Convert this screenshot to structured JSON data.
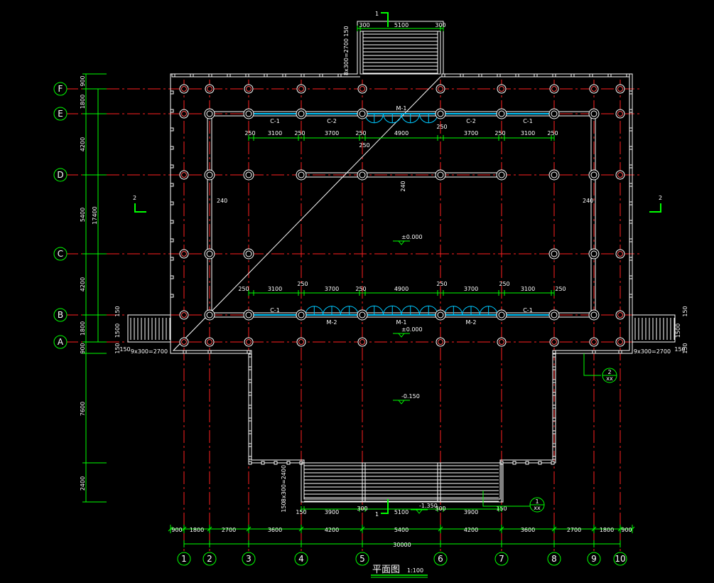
{
  "drawing": {
    "title": "平面图",
    "scale": "1:100",
    "colors": {
      "grid": "#ff0000",
      "wall": "#ffffff",
      "dim": "#00ff00",
      "door": "#00c8ff",
      "bubble": "#00ff00"
    }
  },
  "axes": {
    "vertical": [
      "1",
      "2",
      "3",
      "4",
      "5",
      "6",
      "7",
      "8",
      "9",
      "10"
    ],
    "horizontal": [
      "F",
      "E",
      "D",
      "C",
      "B",
      "A"
    ]
  },
  "dimensions": {
    "bottom_segments": [
      "900",
      "1800",
      "2700",
      "3600",
      "4200",
      "5400",
      "4200",
      "3600",
      "2700",
      "1800",
      "900"
    ],
    "bottom_total": "30000",
    "left_segments": [
      "900",
      "1800",
      "4200",
      "5400",
      "4200",
      "1800",
      "900",
      "7600",
      "2400"
    ],
    "left_total": "17400",
    "north_stair": {
      "w1": "300",
      "w2": "5100",
      "w3": "300",
      "side": "150",
      "treads": "8x300=2700"
    },
    "south_stair": {
      "w1": "150",
      "w2": "3900",
      "w3": "300",
      "w4": "5100",
      "w5": "300",
      "w6": "3900",
      "w7": "150",
      "treads": "8x300=2400",
      "side": "150"
    },
    "side_stairs": {
      "treads": "9x300=2700",
      "a": "150",
      "b": "1500",
      "c": "150",
      "d": "150"
    },
    "row_e": [
      "250",
      "3100",
      "250",
      "3700",
      "250",
      "4900",
      "250",
      "3700",
      "250",
      "3100",
      "250"
    ],
    "row_e_extra": "250",
    "row_b": [
      "250",
      "3100",
      "250",
      "3700",
      "250",
      "4900",
      "250",
      "3700",
      "250",
      "3100",
      "250"
    ],
    "wall_thick_left": "240",
    "wall_thick_right": "240",
    "wall_thick_mid": "240"
  },
  "labels": {
    "windows": [
      "C-1",
      "C-2",
      "C-2",
      "C-1",
      "C-1",
      "C-1"
    ],
    "doors": [
      "M-1",
      "M-2",
      "M-1",
      "M-2"
    ],
    "elevations": [
      "±0.000",
      "±0.000",
      "-0.150",
      "-1.350"
    ],
    "sections": {
      "one": "1",
      "two": "2"
    },
    "details": {
      "a_num": "2",
      "a_ref": "xx",
      "b_num": "1",
      "b_ref": "xx"
    }
  }
}
